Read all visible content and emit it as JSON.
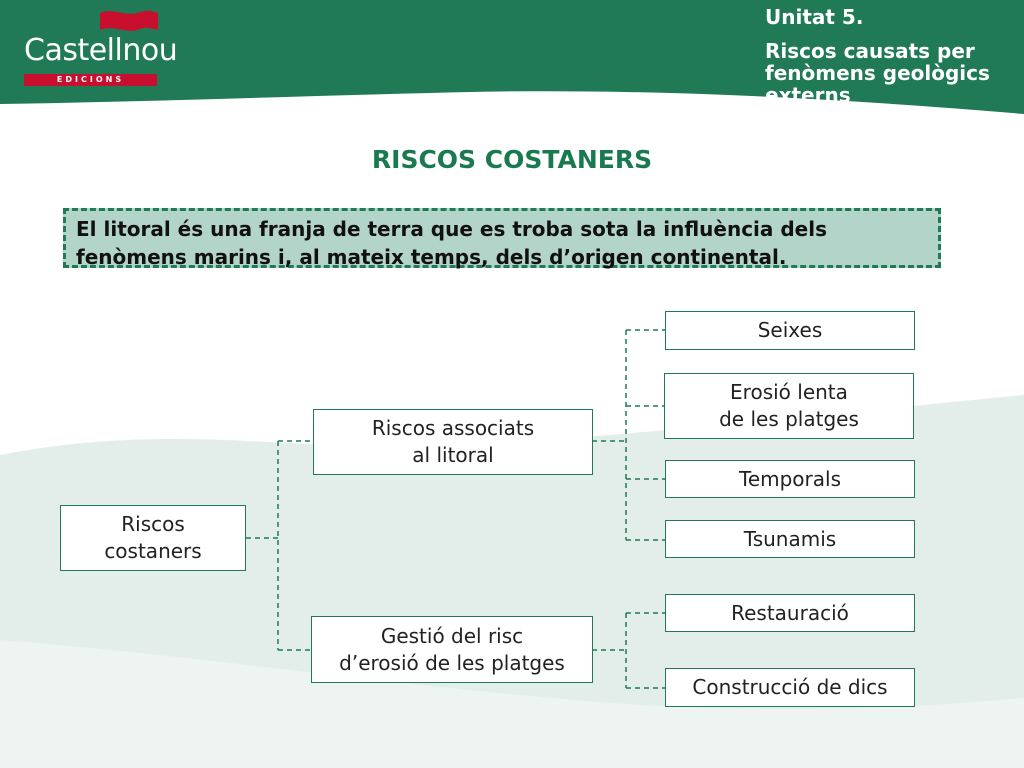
{
  "header": {
    "logo": {
      "name": "Castellnou",
      "tagline": "EDICIONS"
    },
    "unit_title": "Unitat 5.",
    "unit_subtitle": "Riscos causats per fenòmens geològics externs"
  },
  "page_title": "RISCOS COSTANERS",
  "intro_text": "El litoral és una franja de terra que es troba sota la influència dels fenòmens marins i, al mateix temps, dels d’origen continental.",
  "diagram": {
    "root": "Riscos\ncostaners",
    "branch_litoral": "Riscos associats\nal litoral",
    "branch_gestio": "Gestió del risc\nd’erosió de les platges",
    "litoral_items": [
      "Seixes",
      "Erosió lenta\nde les platges",
      "Temporals",
      "Tsunamis"
    ],
    "gestio_items": [
      "Restauració",
      "Construcció de dics"
    ]
  },
  "colors": {
    "header_green": "#1f7a55",
    "title_green": "#1a7a4f",
    "box_fill": "#b3d4c8",
    "wave_light": "#e3eeea",
    "logo_red": "#c8102e"
  }
}
